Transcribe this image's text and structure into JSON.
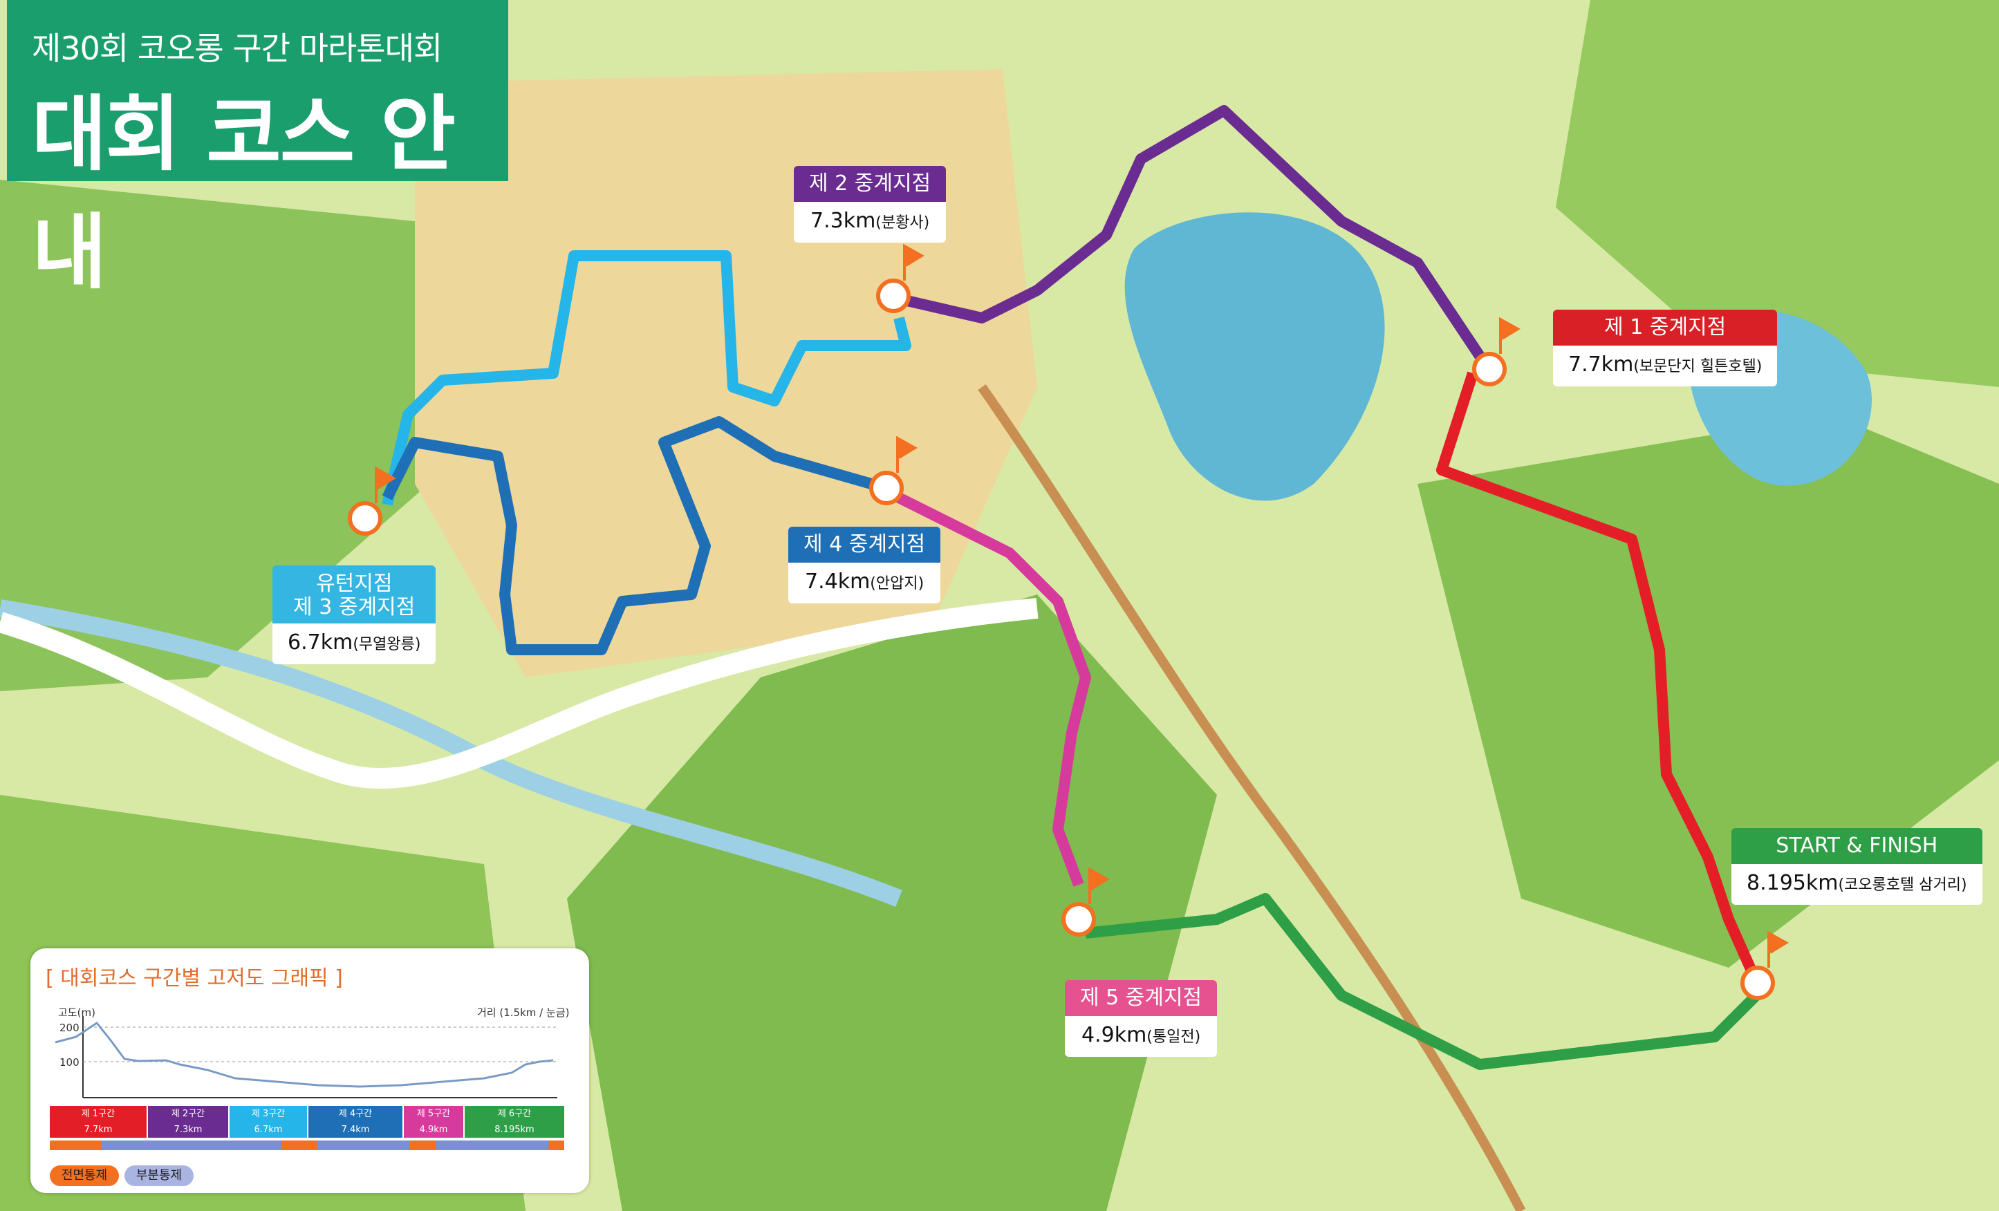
{
  "header": {
    "subtitle": "제30회 코오롱 구간 마라톤대회",
    "title": "대회 코스 안내"
  },
  "colors": {
    "title_green": "#1a9e6e",
    "leg1_red": "#e41e26",
    "leg2_purple": "#6a2c91",
    "leg3_cyan": "#26b5e8",
    "leg4_blue": "#1f6fb7",
    "leg5_pink": "#d63a9c",
    "leg6_green": "#2e9f46",
    "marker_orange": "#f37021"
  },
  "checkpoints": {
    "cp1": {
      "head": "제 1 중계지점",
      "dist": "7.7km",
      "place": "(보문단지 힐튼호텔)",
      "color": "#d92027"
    },
    "cp2": {
      "head": "제 2 중계지점",
      "dist": "7.3km",
      "place": "(분황사)",
      "color": "#6a2c91"
    },
    "cp3": {
      "head1": "유턴지점",
      "head2": "제 3 중계지점",
      "dist": "6.7km",
      "place": "(무열왕릉)",
      "color": "#35b6e2"
    },
    "cp4": {
      "head": "제 4 중계지점",
      "dist": "7.4km",
      "place": "(안압지)",
      "color": "#1f6fb7"
    },
    "cp5": {
      "head": "제 5 중계지점",
      "dist": "4.9km",
      "place": "(통일전)",
      "color": "#e5528f"
    },
    "start": {
      "head": "START & FINISH",
      "dist": "8.195km",
      "place": "(코오롱호텔 삼거리)",
      "color": "#2e9f46"
    }
  },
  "legend": {
    "title": "[ 대회코스 구간별 고저도 그래픽 ]",
    "y_label": "고도(m)",
    "x_label": "거리 (1.5km / 눈금)",
    "tick_200": "200",
    "tick_100": "100",
    "segments": [
      {
        "name": "제 1구간",
        "dist": "7.7km",
        "color": "#e41e26"
      },
      {
        "name": "제 2구간",
        "dist": "7.3km",
        "color": "#6a2c91"
      },
      {
        "name": "제 3구간",
        "dist": "6.7km",
        "color": "#26b5e8"
      },
      {
        "name": "제 4구간",
        "dist": "7.4km",
        "color": "#1f6fb7"
      },
      {
        "name": "제 5구간",
        "dist": "4.9km",
        "color": "#d63a9c"
      },
      {
        "name": "제 6구간",
        "dist": "8.195km",
        "color": "#2e9f46"
      }
    ],
    "full_closure": "전면통제",
    "partial_closure": "부분통제"
  }
}
